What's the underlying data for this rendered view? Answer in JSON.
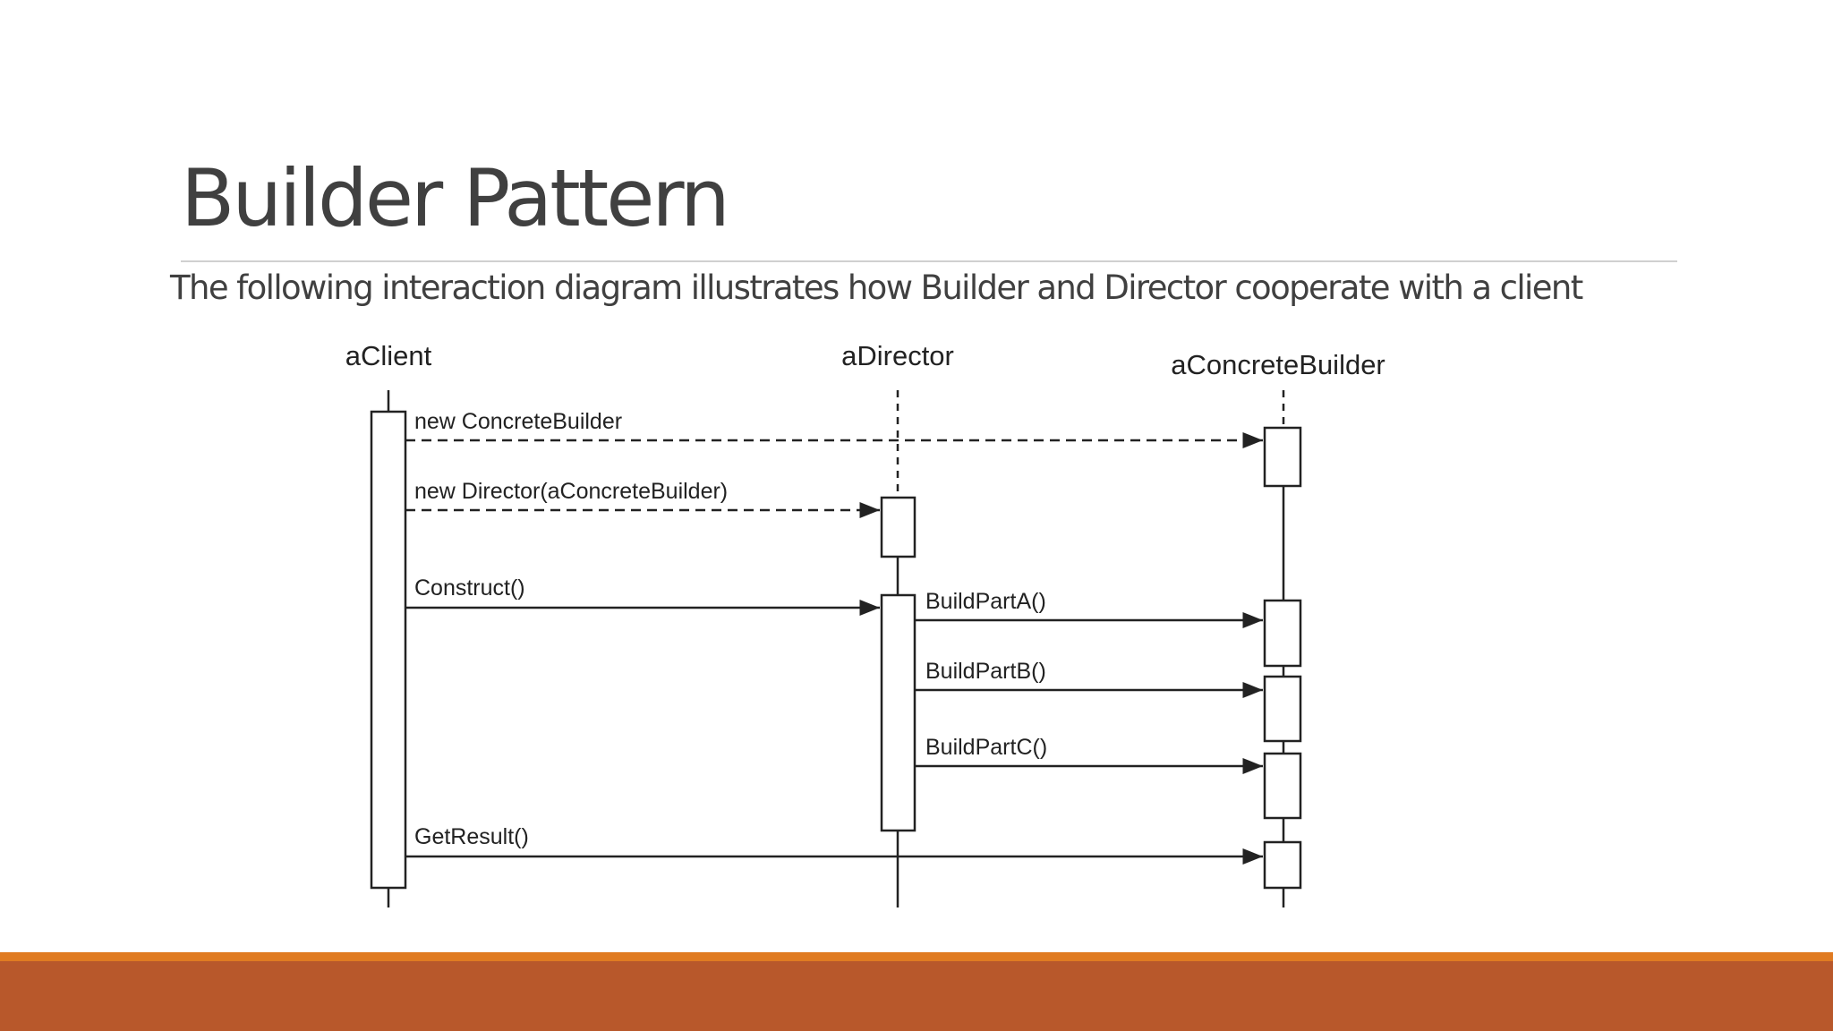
{
  "slide": {
    "title": "Builder Pattern",
    "subtitle": "The following interaction diagram illustrates how Builder and Director cooperate with a client"
  },
  "diagram": {
    "type": "sequence",
    "participants": [
      {
        "id": "client",
        "label": "aClient"
      },
      {
        "id": "director",
        "label": "aDirector"
      },
      {
        "id": "builder",
        "label": "aConcreteBuilder"
      }
    ],
    "messages": [
      {
        "label": "new ConcreteBuilder",
        "from": "client",
        "to": "builder",
        "style": "dashed"
      },
      {
        "label": "new Director(aConcreteBuilder)",
        "from": "client",
        "to": "director",
        "style": "dashed"
      },
      {
        "label": "Construct()",
        "from": "client",
        "to": "director",
        "style": "solid"
      },
      {
        "label": "BuildPartA()",
        "from": "director",
        "to": "builder",
        "style": "solid"
      },
      {
        "label": "BuildPartB()",
        "from": "director",
        "to": "builder",
        "style": "solid"
      },
      {
        "label": "BuildPartC()",
        "from": "director",
        "to": "builder",
        "style": "solid"
      },
      {
        "label": "GetResult()",
        "from": "client",
        "to": "builder",
        "style": "solid"
      }
    ]
  },
  "colors": {
    "title_text": "#404040",
    "diagram_line": "#222222",
    "footer_accent": "#e07b22",
    "footer_band": "#b8582b"
  }
}
